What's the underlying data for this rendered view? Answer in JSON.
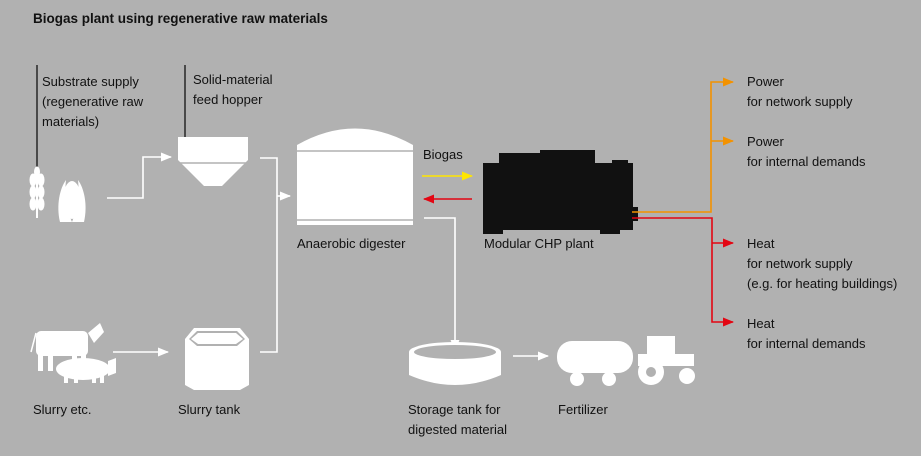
{
  "title": "Biogas plant using regenerative raw materials",
  "labels": {
    "substrate_supply": "Substrate supply\n(regenerative raw\nmaterials)",
    "feed_hopper": "Solid-material\nfeed hopper",
    "biogas": "Biogas",
    "digester": "Anaerobic digester",
    "chp": "Modular CHP plant",
    "slurry": "Slurry etc.",
    "slurry_tank": "Slurry tank",
    "storage_tank": "Storage tank for\ndigested material",
    "fertilizer": "Fertilizer"
  },
  "outputs": {
    "power_network": "Power\nfor network supply",
    "power_internal": "Power\nfor internal demands",
    "heat_network": "Heat\nfor network supply\n(e.g. for heating buildings)",
    "heat_internal": "Heat\nfor internal demands"
  },
  "colors": {
    "background": "#b1b1b1",
    "flow": "#ffffff",
    "biogas_arrow": "#ffe600",
    "heat": "#e30613",
    "power": "#f39200",
    "chp": "#111111"
  }
}
